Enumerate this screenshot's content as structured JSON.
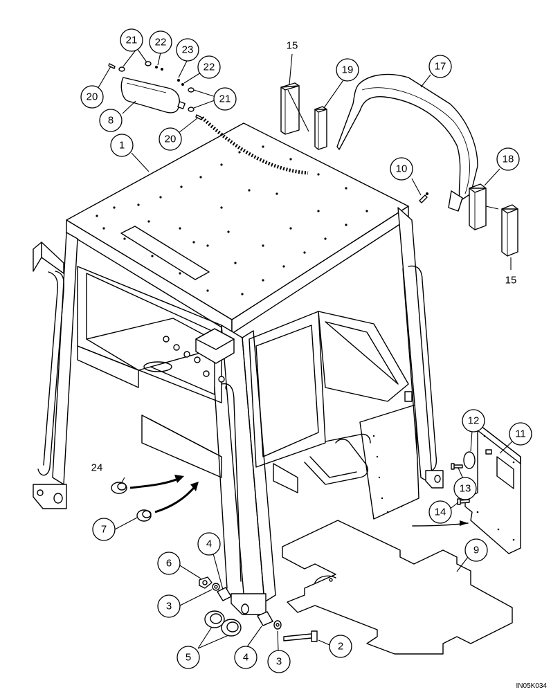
{
  "figure_code": "IN05K034",
  "callouts": [
    {
      "id": "c1",
      "label": "1"
    },
    {
      "id": "c2",
      "label": "2"
    },
    {
      "id": "c3a",
      "label": "3"
    },
    {
      "id": "c3b",
      "label": "3"
    },
    {
      "id": "c4a",
      "label": "4"
    },
    {
      "id": "c4b",
      "label": "4"
    },
    {
      "id": "c5",
      "label": "5"
    },
    {
      "id": "c6",
      "label": "6"
    },
    {
      "id": "c7",
      "label": "7"
    },
    {
      "id": "c8",
      "label": "8"
    },
    {
      "id": "c9",
      "label": "9"
    },
    {
      "id": "c10",
      "label": "10"
    },
    {
      "id": "c11",
      "label": "11"
    },
    {
      "id": "c12",
      "label": "12"
    },
    {
      "id": "c13",
      "label": "13"
    },
    {
      "id": "c14",
      "label": "14"
    },
    {
      "id": "c15a",
      "label": "15"
    },
    {
      "id": "c15b",
      "label": "15"
    },
    {
      "id": "c17",
      "label": "17"
    },
    {
      "id": "c18",
      "label": "18"
    },
    {
      "id": "c19",
      "label": "19"
    },
    {
      "id": "c20a",
      "label": "20"
    },
    {
      "id": "c20b",
      "label": "20"
    },
    {
      "id": "c21a",
      "label": "21"
    },
    {
      "id": "c21b",
      "label": "21"
    },
    {
      "id": "c22a",
      "label": "22"
    },
    {
      "id": "c22b",
      "label": "22"
    },
    {
      "id": "c23",
      "label": "23"
    },
    {
      "id": "c24",
      "label": "24"
    }
  ]
}
